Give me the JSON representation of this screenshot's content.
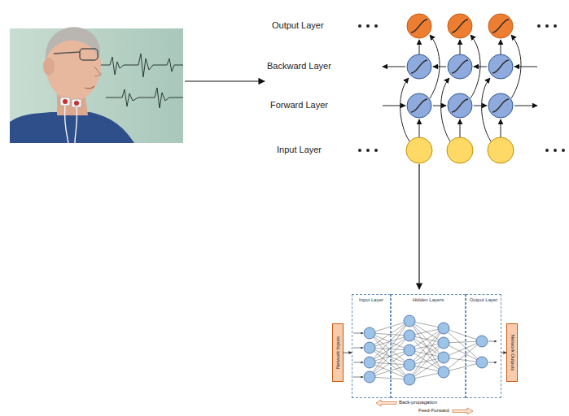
{
  "diagram": {
    "nodes": [
      {
        "text": [
          "Network Inputs"
        ]
      },
      {
        "text": [
          "Input Layer"
        ]
      },
      {
        "text": [
          "Hidden Layers"
        ]
      },
      {
        "text": [
          "Output Layer"
        ]
      },
      {
        "text": [
          "Network Outputs"
        ]
      }
    ],
    "edges": [
      {
        "from": 0,
        "to": 1,
        "arrow": "to"
      },
      {
        "from": 3,
        "to": 4,
        "arrow": "to"
      }
    ],
    "labels": [
      "Output Layer",
      "Backward Layer",
      "Forward Layer",
      "Input Layer",
      "Back-propagation",
      "Feed-Forward"
    ]
  }
}
